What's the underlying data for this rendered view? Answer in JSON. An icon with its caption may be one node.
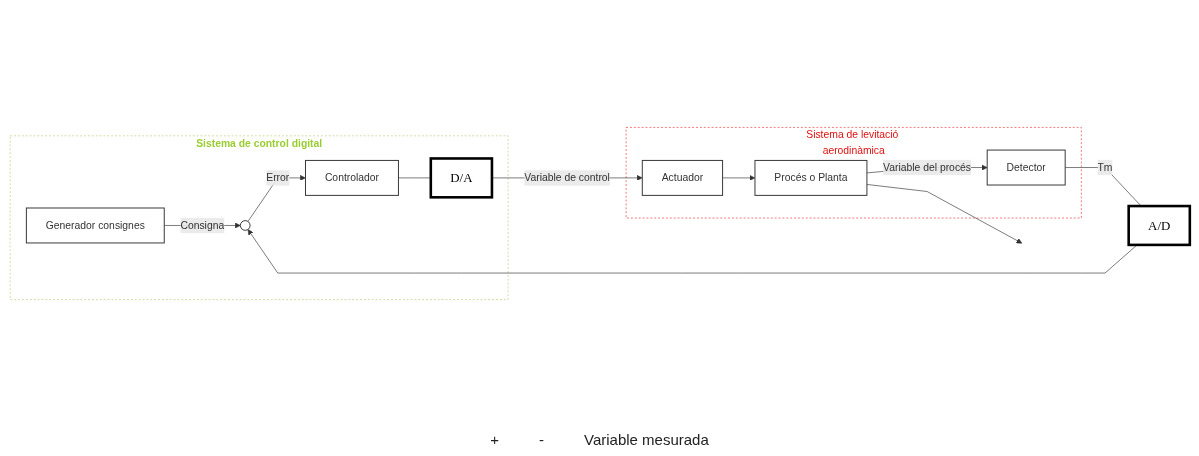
{
  "diagram": {
    "nodes": [
      {
        "text": [
          "Sistema de control digital"
        ]
      },
      {
        "text": [
          "Generador consignes"
        ],
        "in": 0
      },
      {
        "text": [],
        "shape": "circle",
        "in": 0
      },
      {
        "text": [
          "Controlador"
        ],
        "in": 0
      },
      {
        "text": [
          "D/A"
        ],
        "in": 0
      },
      {
        "text": [
          "Sistema de levitació aerodinàmica"
        ]
      },
      {
        "text": [
          "Actuador"
        ],
        "in": 5
      },
      {
        "text": [
          "Procés o Planta"
        ],
        "in": 5
      },
      {
        "text": [
          "Detector"
        ],
        "in": 5
      },
      {
        "text": [
          "A/D"
        ]
      }
    ],
    "edges": [
      {
        "from": 1,
        "to": 2,
        "arrow": "to",
        "label": "Consigna"
      },
      {
        "from": 2,
        "to": 3,
        "arrow": "to",
        "label": "Error"
      },
      {
        "from": 3,
        "to": 4,
        "arrow": "none"
      },
      {
        "from": 4,
        "to": 6,
        "arrow": "to",
        "label": "Variable de control"
      },
      {
        "from": 6,
        "to": 7,
        "arrow": "to"
      },
      {
        "from": 7,
        "to": null,
        "arrow": "to"
      },
      {
        "from": 7,
        "to": 8,
        "arrow": "to",
        "label": "Variable del procés"
      },
      {
        "from": 8,
        "to": 9,
        "arrow": "none",
        "label": "Tm"
      },
      {
        "from": 9,
        "to": 2,
        "arrow": "to"
      }
    ],
    "labels": [
      "+",
      "-",
      "Variable mesurada"
    ]
  }
}
